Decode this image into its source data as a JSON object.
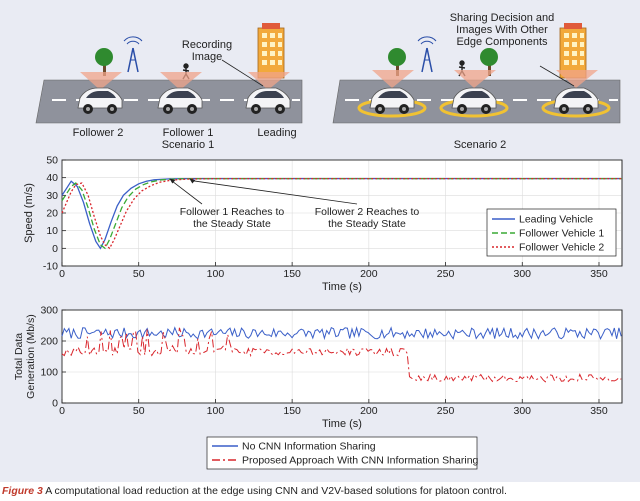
{
  "scenario1": {
    "title": "Scenario 1",
    "callout": "Recording Image",
    "vehicles": [
      "Follower 2",
      "Follower 1",
      "Leading"
    ]
  },
  "scenario2": {
    "title": "Scenario 2",
    "callout": "Sharing Decision and Images With Other Edge Components"
  },
  "colors": {
    "leading": "#3a5fc8",
    "follower1": "#3aaa35",
    "follower2": "#d9262c",
    "no_sharing": "#3a5fc8",
    "proposed": "#d9262c",
    "figure_bg": "#e9ebf3",
    "caption_label": "#c0392b"
  },
  "chart_data": [
    {
      "type": "line",
      "xlabel": "Time (s)",
      "ylabel": "Speed (m/s)",
      "xlim": [
        0,
        365
      ],
      "ylim": [
        -10,
        50
      ],
      "xticks": [
        0,
        50,
        100,
        150,
        200,
        250,
        300,
        350
      ],
      "yticks": [
        -10,
        0,
        10,
        20,
        30,
        40,
        50
      ],
      "grid": true,
      "legend_position": "right",
      "series": [
        {
          "name": "Leading Vehicle",
          "style": "solid",
          "x": [
            0,
            3,
            6,
            10,
            14,
            18,
            22,
            25,
            28,
            32,
            36,
            40,
            45,
            50,
            55,
            60,
            70,
            80,
            100,
            200,
            365
          ],
          "y": [
            30,
            34,
            38,
            35,
            26,
            14,
            4,
            0,
            5,
            15,
            24,
            30,
            34,
            36.5,
            38,
            38.8,
            39.3,
            39.5,
            39.5,
            39.5,
            39.5
          ]
        },
        {
          "name": "Follower Vehicle 1",
          "style": "dashed",
          "x": [
            0,
            3,
            6,
            9,
            13,
            17,
            21,
            25,
            28,
            31,
            35,
            39,
            43,
            48,
            53,
            58,
            65,
            75,
            90,
            200,
            365
          ],
          "y": [
            27,
            31,
            35,
            37,
            33,
            23,
            11,
            2,
            0,
            5,
            14,
            23,
            29,
            33.5,
            36,
            37.6,
            38.8,
            39.3,
            39.5,
            39.5,
            39.5
          ]
        },
        {
          "name": "Follower Vehicle 2",
          "style": "dotted",
          "x": [
            0,
            3,
            6,
            9,
            13,
            17,
            21,
            25,
            28,
            31,
            34,
            38,
            42,
            47,
            52,
            58,
            64,
            72,
            82,
            100,
            200,
            365
          ],
          "y": [
            20,
            26,
            32,
            36,
            37,
            30,
            18,
            7,
            2,
            0,
            5,
            13,
            21,
            28,
            32.5,
            35.5,
            37.5,
            38.7,
            39.2,
            39.5,
            39.5,
            39.5
          ]
        }
      ],
      "annotations": [
        {
          "text": "Follower 1 Reaches to the Steady State",
          "x": 70,
          "y": 39.5
        },
        {
          "text": "Follower 2 Reaches to the Steady State",
          "x": 83,
          "y": 39.5
        }
      ]
    },
    {
      "type": "line",
      "xlabel": "Time (s)",
      "ylabel": "Total Data Generation (Mb/s)",
      "xlim": [
        0,
        365
      ],
      "ylim": [
        0,
        300
      ],
      "xticks": [
        0,
        50,
        100,
        150,
        200,
        250,
        300,
        350
      ],
      "yticks": [
        0,
        100,
        200,
        300
      ],
      "grid": true,
      "legend_position": "bottom",
      "series": [
        {
          "name": "No CNN Information Sharing",
          "style": "solid",
          "mean_before": 225,
          "mean_after": 225,
          "noise": 18,
          "sample_step": 1.5,
          "seed": 7
        },
        {
          "name": "Proposed Approach With CNN Information Sharing",
          "style": "dashdot",
          "mean_before": 165,
          "mean_after": 80,
          "switch_time": 225,
          "noise": 12,
          "sample_step": 1.5,
          "seed": 19,
          "burst_range": [
            10,
            110
          ],
          "burst_level": 205,
          "burst_noise": 38
        }
      ]
    }
  ],
  "caption": {
    "label": "Figure 3",
    "text": "A computational load reduction at the edge using CNN and V2V-based solutions for platoon control."
  }
}
